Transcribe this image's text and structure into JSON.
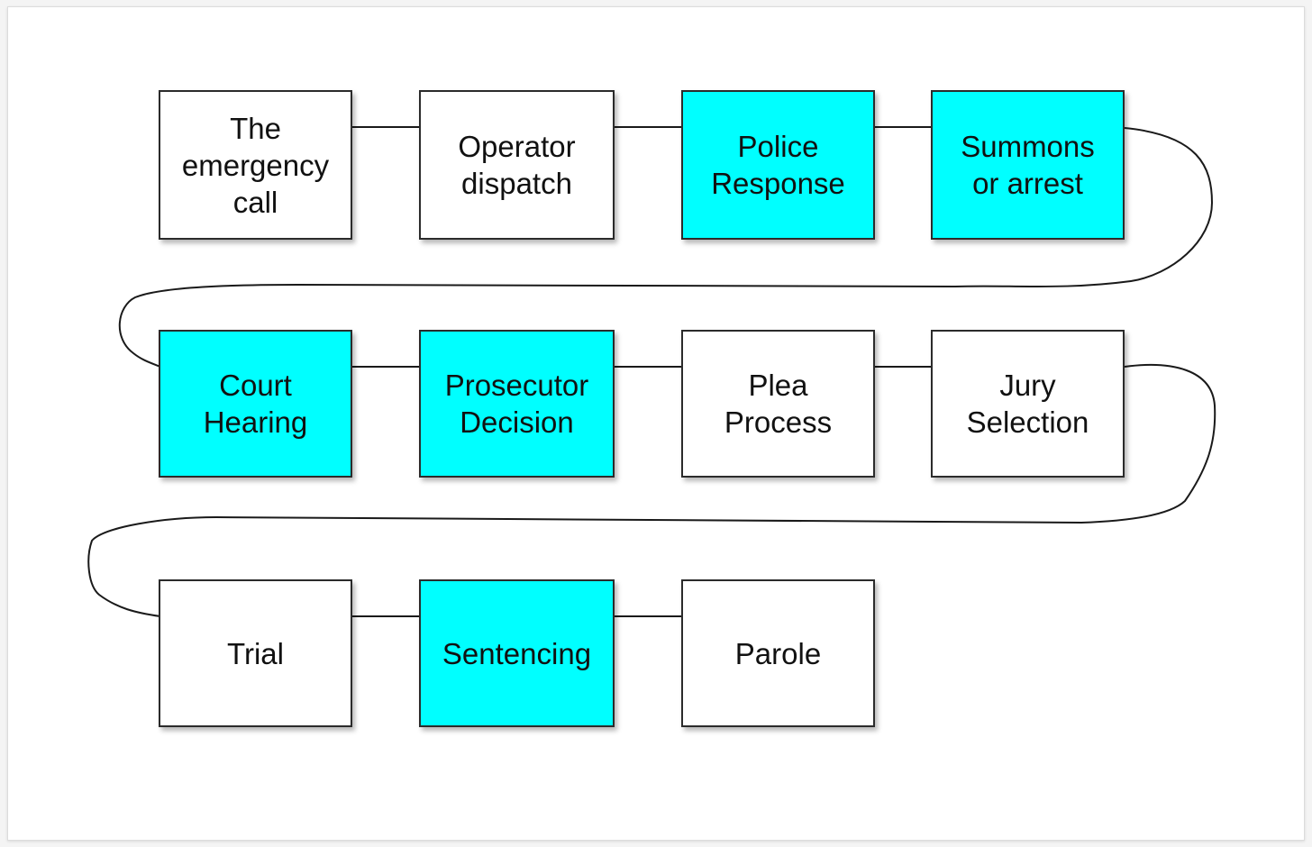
{
  "diagram": {
    "colors": {
      "highlight": "#00ffff",
      "plain": "#ffffff",
      "border": "#2b2b2b",
      "connector": "#1a1a1a"
    },
    "steps": [
      {
        "label": "The\nemergency\ncall",
        "highlighted": false
      },
      {
        "label": "Operator\ndispatch",
        "highlighted": false
      },
      {
        "label": "Police\nResponse",
        "highlighted": true
      },
      {
        "label": "Summons\nor arrest",
        "highlighted": true
      },
      {
        "label": "Court\nHearing",
        "highlighted": true
      },
      {
        "label": "Prosecutor\nDecision",
        "highlighted": true
      },
      {
        "label": "Plea\nProcess",
        "highlighted": false
      },
      {
        "label": "Jury\nSelection",
        "highlighted": false
      },
      {
        "label": "Trial",
        "highlighted": false
      },
      {
        "label": "Sentencing",
        "highlighted": true
      },
      {
        "label": "Parole",
        "highlighted": false
      }
    ]
  }
}
